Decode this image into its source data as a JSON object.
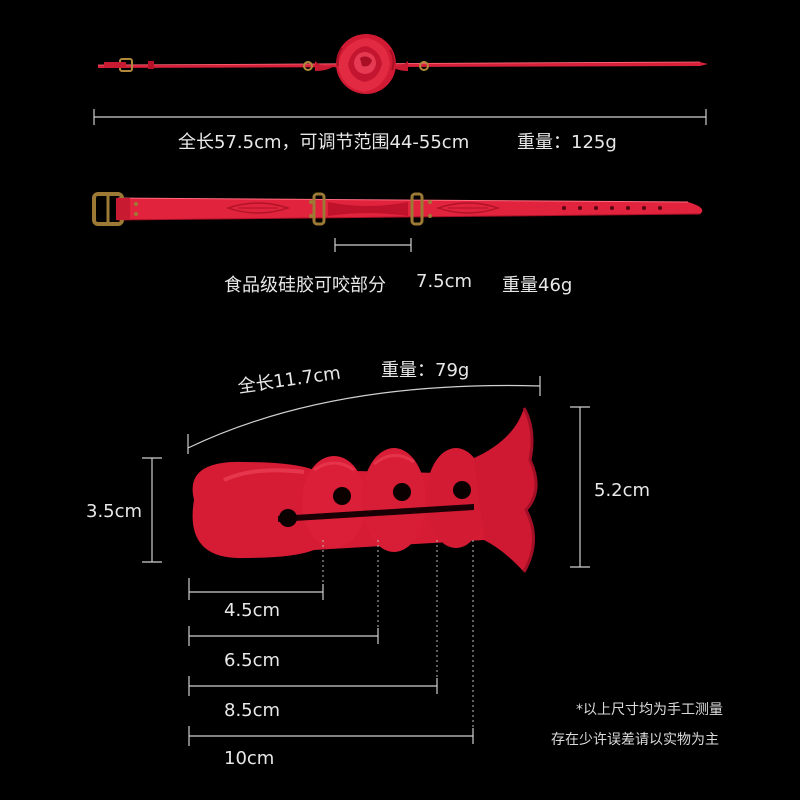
{
  "strap_top": {
    "spec_length": "全长57.5cm，可调节范围44-55cm",
    "spec_weight": "重量：125g"
  },
  "strap_mid": {
    "spec_bite": "食品级硅胶可咬部分",
    "spec_bite_len": "7.5cm",
    "spec_weight": "重量46g"
  },
  "gag": {
    "total_length": "全长11.7cm",
    "weight": "重量：79g",
    "height": "3.5cm",
    "flange_height": "5.2cm",
    "depths": [
      "4.5cm",
      "6.5cm",
      "8.5cm",
      "10cm"
    ]
  },
  "notes": {
    "line1": "*以上尺寸均为手工测量",
    "line2": "存在少许误差请以实物为主"
  },
  "colors": {
    "background": "#000000",
    "product": "#e0203c",
    "product_dark": "#b5122a",
    "hardware": "#a7813a",
    "guide": "#d0d0d0"
  }
}
